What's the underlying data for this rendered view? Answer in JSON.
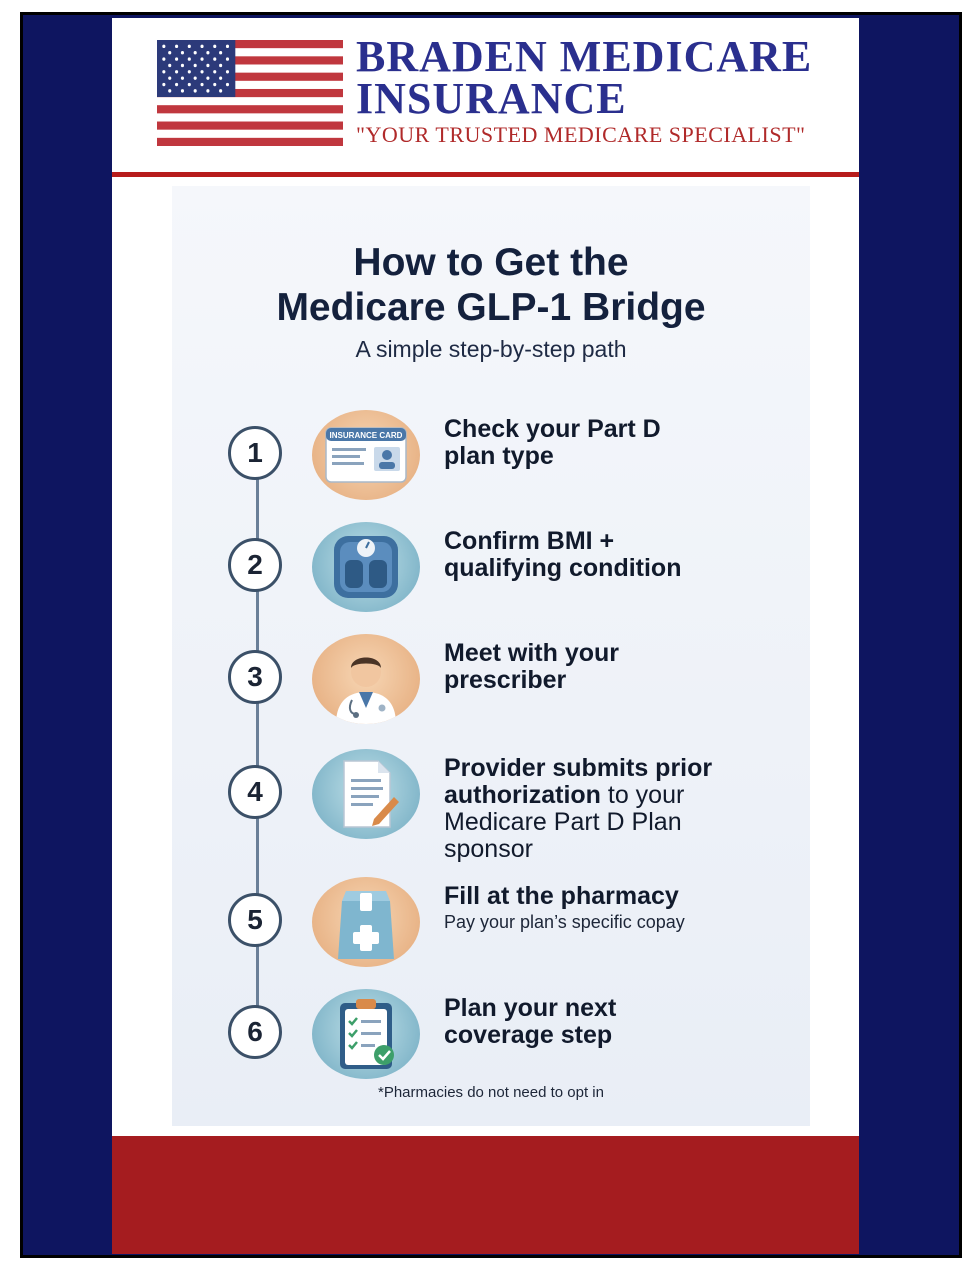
{
  "header": {
    "brand_line1": "BRADEN MEDICARE",
    "brand_line2": "INSURANCE",
    "tagline": "\"YOUR TRUSTED MEDICARE SPECIALIST\""
  },
  "infographic": {
    "title_line1": "How to Get the",
    "title_line2": "Medicare GLP-1 Bridge",
    "subtitle": "A simple step-by-step path",
    "insurance_card_label": "INSURANCE CARD",
    "steps": [
      {
        "number": "1",
        "line1": "Check your Part D",
        "line2": "plan type"
      },
      {
        "number": "2",
        "line1": "Confirm BMI +",
        "line2": "qualifying condition"
      },
      {
        "number": "3",
        "line1": "Meet with your",
        "line2": "prescriber"
      },
      {
        "number": "4",
        "line1": "Provider submits prior",
        "line2_bold": "authorization",
        "line2_rest": " to your",
        "line3": "Medicare Part D Plan",
        "line4": "sponsor"
      },
      {
        "number": "5",
        "line1": "Fill at the pharmacy",
        "sub": "Pay your plan’s specific copay"
      },
      {
        "number": "6",
        "line1": "Plan your next",
        "line2": "coverage step"
      }
    ],
    "footnote": "*Pharmacies do not need to opt in"
  },
  "colors": {
    "frame_navy": "#0e1560",
    "brand_blue": "#2a2f8e",
    "accent_red": "#b71c1c",
    "footer_red": "#a51c1f"
  },
  "icons": [
    "us-flag-icon",
    "insurance-card-icon",
    "scale-icon",
    "doctor-icon",
    "document-pen-icon",
    "pharmacy-bag-icon",
    "clipboard-check-icon"
  ]
}
